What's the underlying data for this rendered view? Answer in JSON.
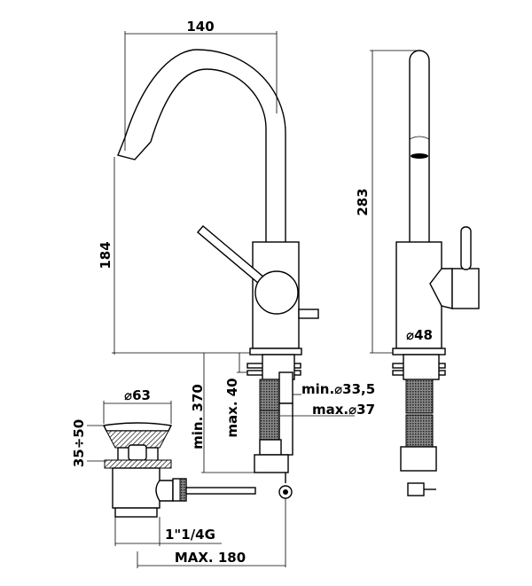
{
  "drawing": {
    "front_view": {
      "width_dim": "140",
      "spout_height_dim": "184"
    },
    "side_view": {
      "height_dim": "283",
      "body_diameter": "⌀48"
    },
    "installation": {
      "min_hole_diameter": "min.⌀33,5",
      "max_hole_diameter": "max.⌀37",
      "min_height": "min. 370",
      "max_deck_thickness": "max. 40"
    },
    "waste": {
      "diameter": "⌀63",
      "height_range": "35÷50",
      "thread": "1\"1/4G",
      "max_length": "MAX. 180"
    }
  },
  "colors": {
    "line": "#000000",
    "background": "#ffffff",
    "hatch": "#555555"
  }
}
